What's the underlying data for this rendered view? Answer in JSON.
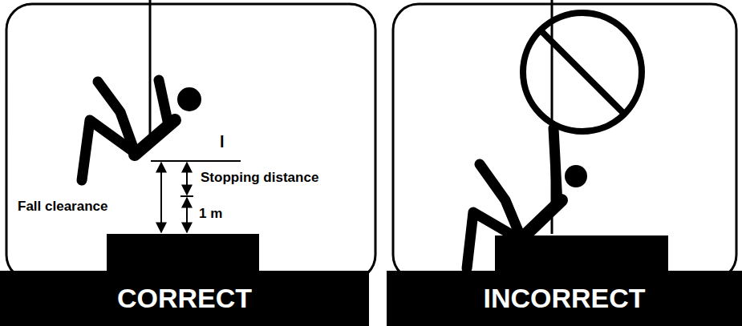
{
  "diagram": {
    "nodes": [
      {
        "text": [
          "CORRECT"
        ]
      },
      {
        "text": [
          "INCORRECT"
        ]
      }
    ],
    "labels": [
      "l",
      "Stopping distance",
      "Fall clearance",
      "1 m"
    ]
  }
}
